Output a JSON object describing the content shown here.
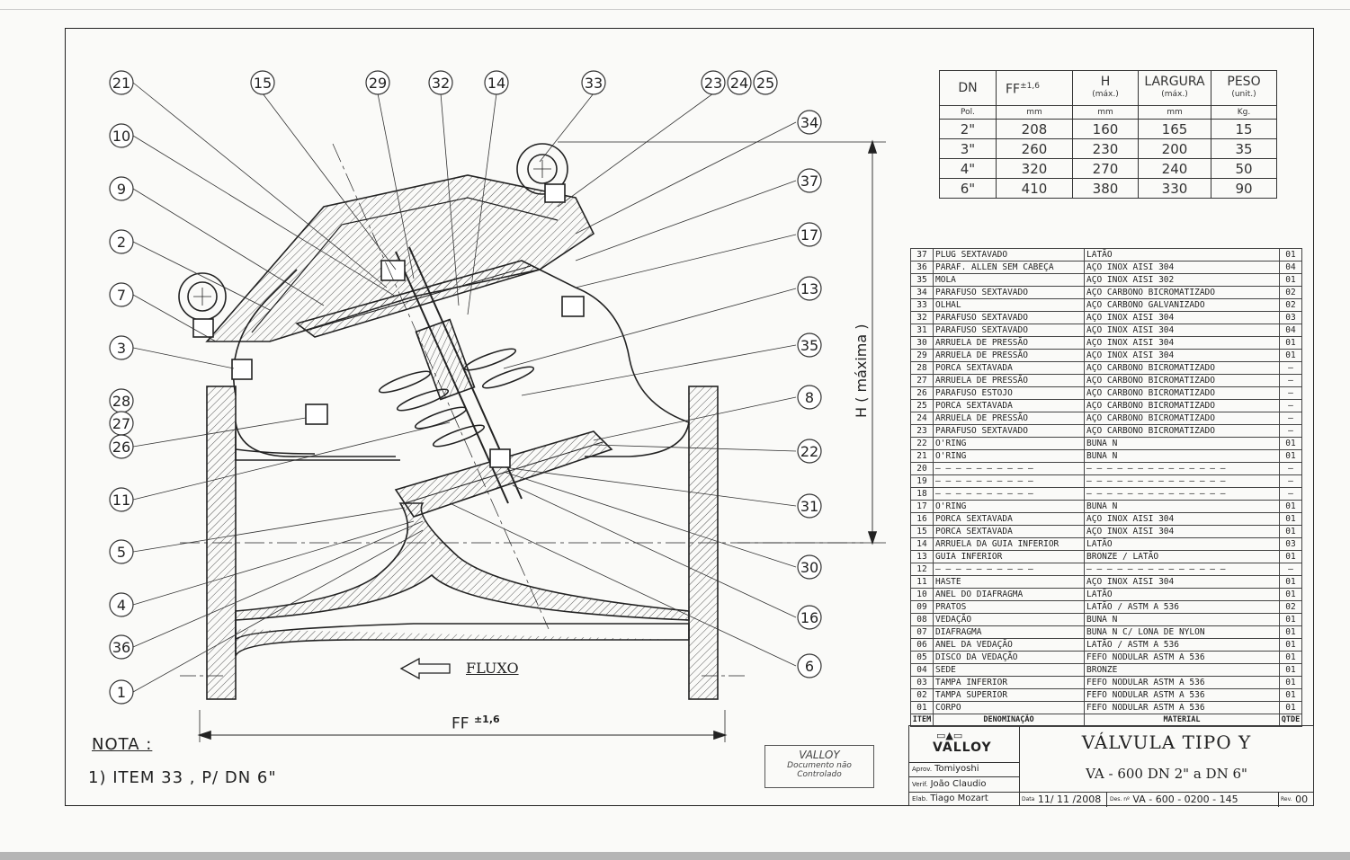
{
  "dims_table": {
    "headers": [
      "DN",
      "FF",
      "H",
      "LARGURA",
      "PESO"
    ],
    "ff_tolerance": "±1,6",
    "header_subs": [
      "",
      "",
      "(máx.)",
      "(máx.)",
      "(unit.)"
    ],
    "units": [
      "Pol.",
      "mm",
      "mm",
      "mm",
      "Kg."
    ],
    "rows": [
      [
        "2\"",
        "208",
        "160",
        "165",
        "15"
      ],
      [
        "3\"",
        "260",
        "230",
        "200",
        "35"
      ],
      [
        "4\"",
        "320",
        "270",
        "240",
        "50"
      ],
      [
        "6\"",
        "410",
        "380",
        "330",
        "90"
      ]
    ]
  },
  "parts": [
    [
      "37",
      "PLUG SEXTAVADO",
      "LATÃO",
      "01"
    ],
    [
      "36",
      "PARAF. ALLEN SEM CABEÇA",
      "AÇO INOX AISI 304",
      "04"
    ],
    [
      "35",
      "MOLA",
      "AÇO INOX AISI 302",
      "01"
    ],
    [
      "34",
      "PARAFUSO SEXTAVADO",
      "AÇO CARBONO BICROMATIZADO",
      "02"
    ],
    [
      "33",
      "OLHAL",
      "AÇO CARBONO GALVANIZADO",
      "02"
    ],
    [
      "32",
      "PARAFUSO SEXTAVADO",
      "AÇO INOX AISI 304",
      "03"
    ],
    [
      "31",
      "PARAFUSO SEXTAVADO",
      "AÇO INOX AISI 304",
      "04"
    ],
    [
      "30",
      "ARRUELA DE PRESSÃO",
      "AÇO INOX AISI 304",
      "01"
    ],
    [
      "29",
      "ARRUELA DE PRESSÃO",
      "AÇO INOX AISI 304",
      "01"
    ],
    [
      "28",
      "PORCA SEXTAVADA",
      "AÇO CARBONO BICROMATIZADO",
      "—"
    ],
    [
      "27",
      "ARRUELA DE PRESSÃO",
      "AÇO CARBONO BICROMATIZADO",
      "—"
    ],
    [
      "26",
      "PARAFUSO ESTOJO",
      "AÇO CARBONO BICROMATIZADO",
      "—"
    ],
    [
      "25",
      "PORCA SEXTAVADA",
      "AÇO CARBONO BICROMATIZADO",
      "—"
    ],
    [
      "24",
      "ARRUELA DE PRESSÃO",
      "AÇO CARBONO BICROMATIZADO",
      "—"
    ],
    [
      "23",
      "PARAFUSO SEXTAVADO",
      "AÇO CARBONO BICROMATIZADO",
      "—"
    ],
    [
      "22",
      "O'RING",
      "BUNA N",
      "01"
    ],
    [
      "21",
      "O'RING",
      "BUNA N",
      "01"
    ],
    [
      "20",
      "— — — — — — — — — —",
      "— — — — — — — — — — — — — —",
      "—"
    ],
    [
      "19",
      "— — — — — — — — — —",
      "— — — — — — — — — — — — — —",
      "—"
    ],
    [
      "18",
      "— — — — — — — — — —",
      "— — — — — — — — — — — — — —",
      "—"
    ],
    [
      "17",
      "O'RING",
      "BUNA N",
      "01"
    ],
    [
      "16",
      "PORCA SEXTAVADA",
      "AÇO INOX AISI 304",
      "01"
    ],
    [
      "15",
      "PORCA SEXTAVADA",
      "AÇO INOX AISI 304",
      "01"
    ],
    [
      "14",
      "ARRUELA DA GUIA INFERIOR",
      "LATÃO",
      "03"
    ],
    [
      "13",
      "GUIA INFERIOR",
      "BRONZE / LATÃO",
      "01"
    ],
    [
      "12",
      "— — — — — — — — — —",
      "— — — — — — — — — — — — — —",
      "—"
    ],
    [
      "11",
      "HASTE",
      "AÇO INOX AISI 304",
      "01"
    ],
    [
      "10",
      "ANEL DO DIAFRAGMA",
      "LATÃO",
      "01"
    ],
    [
      "09",
      "PRATOS",
      "LATÃO / ASTM A 536",
      "02"
    ],
    [
      "08",
      "VEDAÇÃO",
      "BUNA N",
      "01"
    ],
    [
      "07",
      "DIAFRAGMA",
      "BUNA N C/ LONA DE NYLON",
      "01"
    ],
    [
      "06",
      "ANEL DA VEDAÇÃO",
      "LATÃO / ASTM A 536",
      "01"
    ],
    [
      "05",
      "DISCO DA VEDAÇÃO",
      "FEFO NODULAR ASTM A 536",
      "01"
    ],
    [
      "04",
      "SEDE",
      "BRONZE",
      "01"
    ],
    [
      "03",
      "TAMPA INFERIOR",
      "FEFO NODULAR ASTM A 536",
      "01"
    ],
    [
      "02",
      "TAMPA SUPERIOR",
      "FEFO NODULAR ASTM A 536",
      "01"
    ],
    [
      "01",
      "CORPO",
      "FEFO NODULAR ASTM A 536",
      "01"
    ]
  ],
  "parts_header": [
    "ITEM",
    "DENOMINAÇÃO",
    "MATERIAL",
    "QTDE"
  ],
  "title_block": {
    "logo": "VALLOY",
    "title": "VÁLVULA TIPO Y",
    "subtitle": "VA - 600  DN 2\" a DN 6\"",
    "aprov_label": "Aprov.",
    "aprov": "Tomiyoshi",
    "verif_label": "Verif.",
    "verif": "João Claudio",
    "elab_label": "Elab.",
    "elab": "Tiago Mozart",
    "data_label": "Data",
    "date": "11/ 11 /2008",
    "des_label": "Des. nº",
    "drawing_no": "VA - 600 - 0200 - 145",
    "rev_label": "Rev.",
    "rev": "00"
  },
  "notes": {
    "heading": "NOTA :",
    "item1": "1) ITEM 33 , P/ DN 6\""
  },
  "stamp": {
    "line1": "VALLOY",
    "line2": "Documento não",
    "line3": "Controlado"
  },
  "drawing": {
    "flow_label": "FLUXO",
    "ff_label": "FF",
    "ff_tol": "±1,6",
    "h_label": "H  ( máxima )",
    "callouts_left": [
      "21",
      "10",
      "9",
      "2",
      "7",
      "3",
      "28",
      "27",
      "26",
      "11",
      "5",
      "4",
      "36",
      "1"
    ],
    "callouts_top": [
      "15",
      "29",
      "32",
      "14",
      "33",
      "23",
      "24",
      "25"
    ],
    "callouts_right": [
      "34",
      "37",
      "17",
      "13",
      "35",
      "8",
      "22",
      "31",
      "30",
      "16",
      "6"
    ]
  }
}
